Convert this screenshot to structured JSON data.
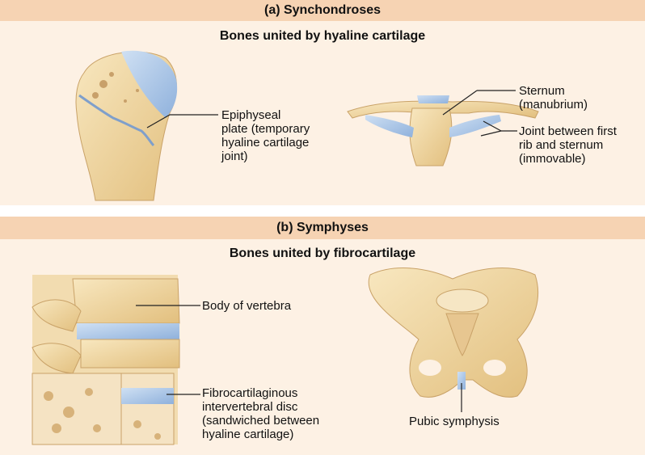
{
  "section_a": {
    "header": "(a)  Synchondroses",
    "subtitle": "Bones united by hyaline cartilage",
    "labels": {
      "epiphyseal_plate": [
        "Epiphyseal",
        "plate (temporary",
        "hyaline cartilage",
        "joint)"
      ],
      "sternum": [
        "Sternum",
        "(manubrium)"
      ],
      "rib_joint": [
        "Joint between first",
        "rib and sternum",
        "(immovable)"
      ]
    }
  },
  "section_b": {
    "header": "(b)  Symphyses",
    "subtitle": "Bones united by fibrocartilage",
    "labels": {
      "vertebra_body": [
        "Body of vertebra"
      ],
      "disc": [
        "Fibrocartilaginous",
        "intervertebral disc",
        "(sandwiched between",
        "hyaline cartilage)"
      ],
      "pubic_symphysis": [
        "Pubic symphysis"
      ]
    }
  },
  "colors": {
    "band": "#f6d3b3",
    "panel": "#fdf1e4",
    "bone": "#f1d9a0",
    "cartilage": "#a9c6e8"
  }
}
